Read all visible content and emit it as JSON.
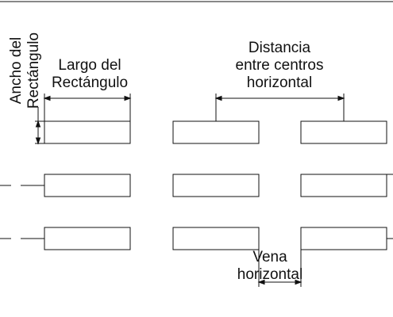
{
  "labels": {
    "ancho_line1": "Ancho del",
    "ancho_line2": "Rectángulo",
    "largo_line1": "Largo del",
    "largo_line2": "Rectángulo",
    "distancia_line1": "Distancia",
    "distancia_line2": "entre centros",
    "distancia_line3": "horizontal",
    "vena_line1": "Vena",
    "vena_line2": "horizontal"
  },
  "grid": {
    "rows": 3,
    "columns": 3
  },
  "colors": {
    "stroke": "#111111",
    "background": "#ffffff"
  }
}
